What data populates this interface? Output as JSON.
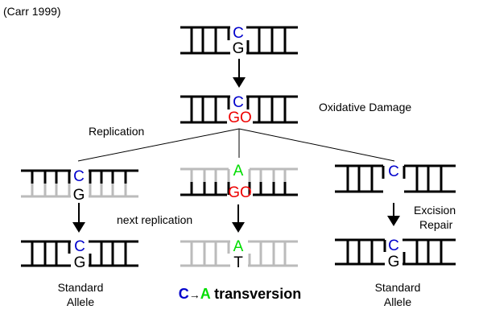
{
  "citation": "(Carr 1999)",
  "labels": {
    "oxidative_damage": "Oxidative Damage",
    "replication": "Replication",
    "next_replication": "next replication",
    "excision_repair_line1": "Excision",
    "excision_repair_line2": "Repair",
    "standard_allele_left_line1": "Standard",
    "standard_allele_left_line2": "Allele",
    "standard_allele_right_line1": "Standard",
    "standard_allele_right_line2": "Allele"
  },
  "transversion": {
    "from_base": "C",
    "arrow": "→",
    "to_base": "A",
    "word": " transversion"
  },
  "bases": {
    "top_upper": "C",
    "top_lower": "G",
    "damaged_upper": "C",
    "damaged_lower": "GO",
    "left_upper": "C",
    "left_lower": "G",
    "middle_upper": "A",
    "middle_lower": "GO",
    "right_upper": "C",
    "bottom_left_upper": "C",
    "bottom_left_lower": "G",
    "bottom_middle_upper": "A",
    "bottom_middle_lower": "T",
    "bottom_right_upper": "C",
    "bottom_right_lower": "G"
  },
  "colors": {
    "cytosine": "#0000cc",
    "adenine": "#00dd00",
    "damaged": "#ee0000",
    "strand": "#000000",
    "new_strand_gray": "#bbbbbb"
  }
}
